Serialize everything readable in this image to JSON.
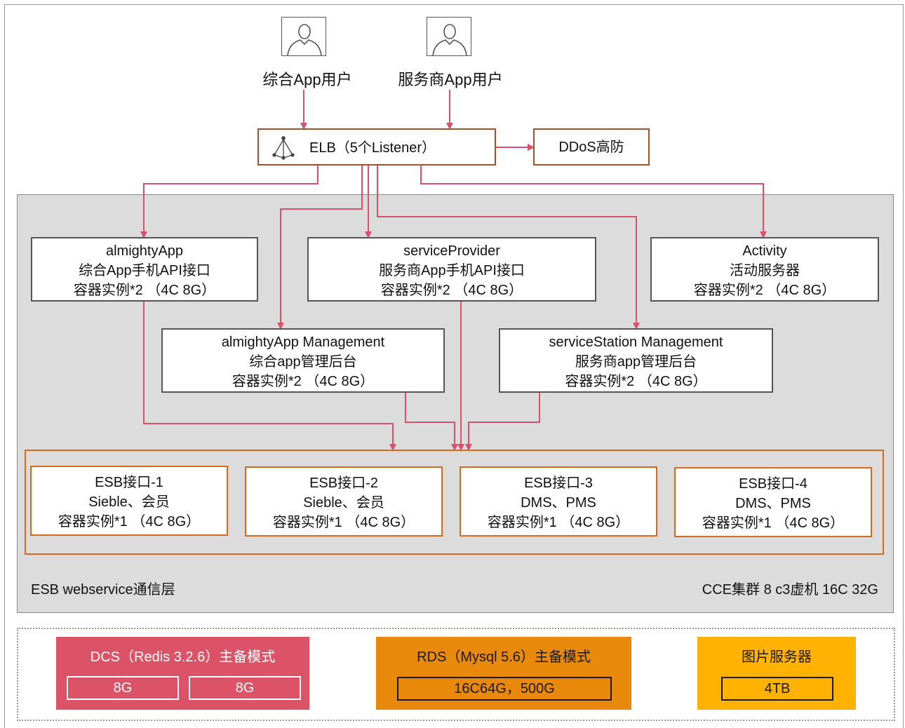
{
  "users": [
    {
      "label": "综合App用户"
    },
    {
      "label": "服务商App用户"
    }
  ],
  "elb": {
    "label": "ELB（5个Listener）"
  },
  "ddos": {
    "label": "DDoS高防"
  },
  "services": [
    {
      "name": "almightyApp",
      "desc": "综合App手机API接口",
      "spec": "容器实例*2 （4C 8G）"
    },
    {
      "name": "serviceProvider",
      "desc": "服务商App手机API接口",
      "spec": "容器实例*2 （4C 8G）"
    },
    {
      "name": "Activity",
      "desc": "活动服务器",
      "spec": "容器实例*2 （4C 8G）"
    },
    {
      "name": "almightyApp Management",
      "desc": "综合app管理后台",
      "spec": "容器实例*2 （4C 8G）"
    },
    {
      "name": "serviceStation Management",
      "desc": "服务商app管理后台",
      "spec": "容器实例*2 （4C 8G）"
    }
  ],
  "esb": [
    {
      "name": "ESB接口-1",
      "desc": "Sieble、会员",
      "spec": "容器实例*1 （4C 8G）"
    },
    {
      "name": "ESB接口-2",
      "desc": "Sieble、会员",
      "spec": "容器实例*1 （4C 8G）"
    },
    {
      "name": "ESB接口-3",
      "desc": "DMS、PMS",
      "spec": "容器实例*1 （4C 8G）"
    },
    {
      "name": "ESB接口-4",
      "desc": "DMS、PMS",
      "spec": "容器实例*1 （4C 8G）"
    }
  ],
  "cluster": {
    "layer_label": "ESB webservice通信层",
    "cce_label": "CCE集群 8 c3虚机 16C 32G"
  },
  "storage": {
    "dcs": {
      "title": "DCS（Redis 3.2.6）主备模式",
      "cells": [
        "8G",
        "8G"
      ]
    },
    "rds": {
      "title": "RDS（Mysql 5.6）主备模式",
      "cells": [
        "16C64G，500G"
      ]
    },
    "img": {
      "title": "图片服务器",
      "cells": [
        "4TB"
      ]
    }
  },
  "colors": {
    "arrow": "#d9506a",
    "dcs_bg": "#dc5367",
    "rds_bg": "#e8890c",
    "img_bg": "#ffb300",
    "border_brown": "#a0522d",
    "border_orange": "#d86a1a",
    "cluster_bg": "#dcdcdc"
  },
  "icons": [
    "user-icon",
    "load-balancer-icon"
  ]
}
